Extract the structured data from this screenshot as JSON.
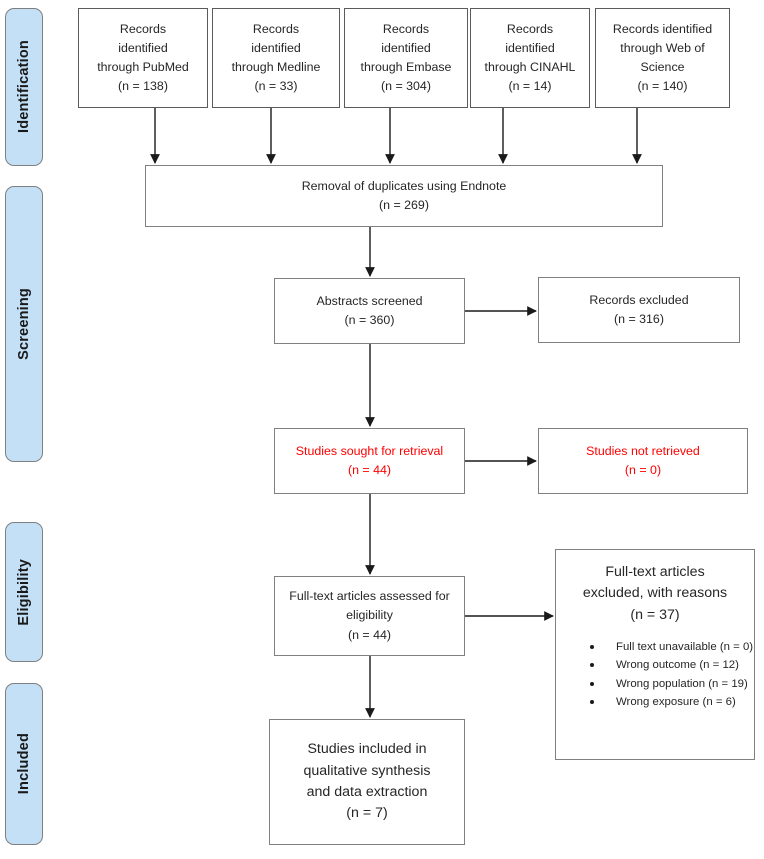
{
  "diagram": {
    "title": "PRISMA study selection flow diagram",
    "type": "flowchart",
    "colors": {
      "stage_fill": "#c3e0f7",
      "stage_border": "#7f7f7f",
      "box_border": "#5b5b5b",
      "text": "#262626",
      "highlight_text": "#ff0000",
      "connector": "#1a1a1a"
    }
  },
  "stages": [
    {
      "id": "identification",
      "label": "Identification"
    },
    {
      "id": "screening",
      "label": "Screening"
    },
    {
      "id": "eligibility",
      "label": "Eligibility"
    },
    {
      "id": "included",
      "label": "Included"
    }
  ],
  "sources": [
    {
      "id": "pubmed",
      "l1": "Records",
      "l2": "identified",
      "l3": "through PubMed",
      "l4": "(n = 138)"
    },
    {
      "id": "medline",
      "l1": "Records",
      "l2": "identified",
      "l3": "through Medline",
      "l4": "(n = 33)"
    },
    {
      "id": "embase",
      "l1": "Records",
      "l2": "identified",
      "l3": "through Embase",
      "l4": "(n = 304)"
    },
    {
      "id": "cinahl",
      "l1": "Records",
      "l2": "identified",
      "l3": "through CINAHL",
      "l4": "(n = 14)"
    },
    {
      "id": "wos",
      "l1": "Records identified",
      "l2": "through Web of",
      "l3": "Science",
      "l4": "(n = 140)"
    }
  ],
  "duplicates": {
    "line1": "Removal of duplicates using Endnote",
    "line2": "(n = 269)"
  },
  "abstracts_screened": {
    "line1": "Abstracts screened",
    "line2": "(n = 360)"
  },
  "records_excluded": {
    "line1": "Records excluded",
    "line2": "(n = 316)"
  },
  "studies_sought": {
    "line1": "Studies sought for retrieval",
    "line2": "(n = 44)"
  },
  "studies_not_retrieved": {
    "line1": "Studies not retrieved",
    "line2": "(n = 0)"
  },
  "fulltext_assessed": {
    "line1": "Full-text articles assessed for",
    "line2": "eligibility",
    "line3": "(n = 44)"
  },
  "fulltext_excluded": {
    "line1": "Full-text articles",
    "line2": "excluded, with reasons",
    "line3": "(n = 37)",
    "reasons": [
      "Full text unavailable (n =  0)",
      "Wrong outcome (n =  12)",
      "Wrong population (n =  19)",
      "Wrong exposure (n = 6)"
    ]
  },
  "studies_included": {
    "line1": "Studies included in",
    "line2": "qualitative synthesis",
    "line3": "and data extraction",
    "line4": "(n = 7)"
  }
}
